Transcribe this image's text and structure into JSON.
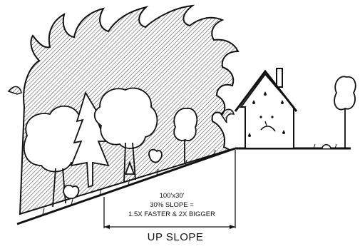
{
  "diagram": {
    "dimension_text": "100'x30'",
    "slope_text": "30% SLOPE =",
    "effect_text": "1.5X FASTER & 2X BIGGER",
    "caption": "UP SLOPE"
  },
  "colors": {
    "ink": "#111111",
    "fill": "#ffffff"
  }
}
